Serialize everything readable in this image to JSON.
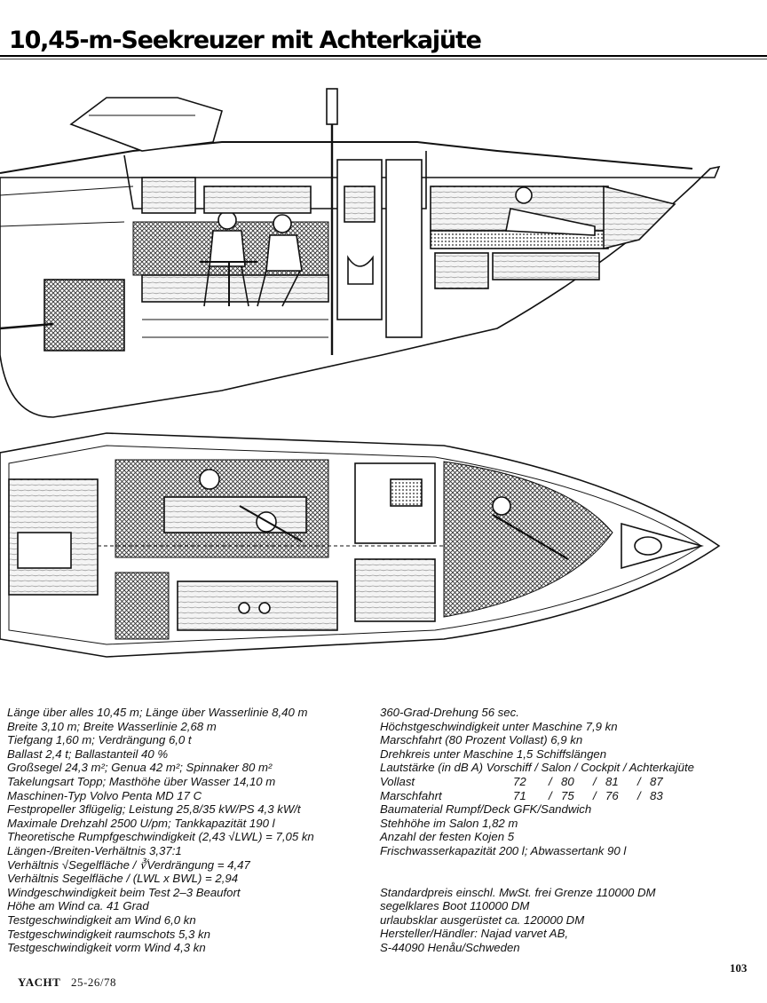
{
  "title": "10,45-m-Seekreuzer mit Achterkajüte",
  "specs_left": [
    "Länge über alles 10,45 m; Länge über Wasserlinie 8,40 m",
    "Breite 3,10 m; Breite Wasserlinie 2,68 m",
    "Tiefgang 1,60 m; Verdrängung 6,0 t",
    "Ballast 2,4 t; Ballastanteil 40 %",
    "Großsegel 24,3 m²; Genua 42 m²; Spinnaker 80 m²",
    "Takelungsart Topp; Masthöhe über Wasser 14,10 m",
    "Maschinen-Typ Volvo Penta MD 17 C",
    "Festpropeller 3flügelig; Leistung 25,8/35 kW/PS 4,3 kW/t",
    "Maximale Drehzahl 2500 U/pm; Tankkapazität 190 l",
    "Theoretische Rumpfgeschwindigkeit (2,43 √LWL) = 7,05 kn",
    "Längen-/Breiten-Verhältnis 3,37:1",
    "Verhältnis √Segelfläche / ∛Verdrängung = 4,47",
    "Verhältnis Segelfläche / (LWL x BWL) = 2,94",
    "Windgeschwindigkeit beim Test 2–3 Beaufort",
    "Höhe am Wind ca. 41 Grad",
    "Testgeschwindigkeit am Wind 6,0 kn",
    "Testgeschwindigkeit raumschots 5,3 kn",
    "Testgeschwindigkeit vorm Wind 4,3 kn"
  ],
  "specs_right_top": [
    "360-Grad-Drehung 56 sec.",
    "Höchstgeschwindigkeit unter Maschine 7,9 kn",
    "Marschfahrt (80 Prozent Vollast) 6,9 kn",
    "Drehkreis unter Maschine 1,5 Schiffslängen",
    "Lautstärke (in dB A) Vorschiff / Salon / Cockpit / Achterkajüte"
  ],
  "db_rows": [
    {
      "label": "Vollast",
      "v1": "72",
      "v2": "80",
      "v3": "81",
      "v4": "87"
    },
    {
      "label": "Marschfahrt",
      "v1": "71",
      "v2": "75",
      "v3": "76",
      "v4": "83"
    }
  ],
  "db_sep": "/",
  "specs_right_mid": [
    "Baumaterial Rumpf/Deck GFK/Sandwich",
    "Stehhöhe im Salon 1,82 m",
    "Anzahl der festen Kojen 5",
    "Frischwasserkapazität 200 l; Abwassertank 90 l"
  ],
  "specs_right_bottom": [
    "Standardpreis einschl. MwSt. frei Grenze 110000 DM",
    "segelklares Boot 110000 DM",
    "urlaubsklar ausgerüstet ca. 120000 DM",
    "Hersteller/Händler: Najad varvet AB,",
    "S-44090 Henåu/Schweden"
  ],
  "footer": {
    "magazine": "YACHT",
    "issue": "25-26/78",
    "page": "103"
  },
  "colors": {
    "ink": "#111111",
    "hatch": "#444444",
    "wood": "#e8e8e8"
  }
}
